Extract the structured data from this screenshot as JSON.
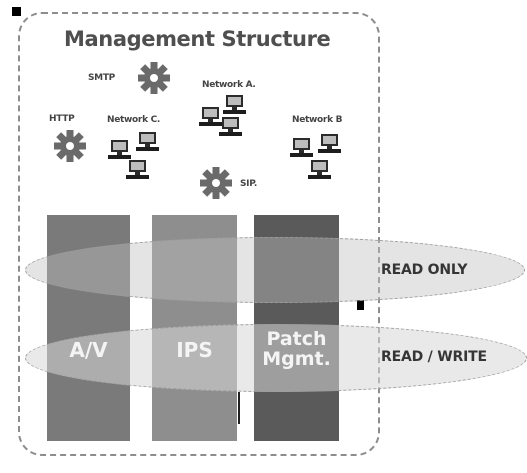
{
  "diagram": {
    "title": "Management Structure",
    "protocols": {
      "smtp": "SMTP",
      "http": "HTTP",
      "sip": "SIP."
    },
    "networks": {
      "a": "Network A.",
      "b": "Network B",
      "c": "Network C."
    },
    "columns": {
      "av": "A/V",
      "ips": "IPS",
      "patch_line1": "Patch",
      "patch_line2": "Mgmt."
    },
    "bands": {
      "read_only": "READ ONLY",
      "read_write": "READ / WRITE"
    },
    "icons": {
      "protocol": "gear-icon",
      "network": "computer-group-icon"
    },
    "colors": {
      "av_column": "#7a7a7a",
      "ips_column": "#8e8e8e",
      "patch_column": "#5a5a5a"
    }
  }
}
